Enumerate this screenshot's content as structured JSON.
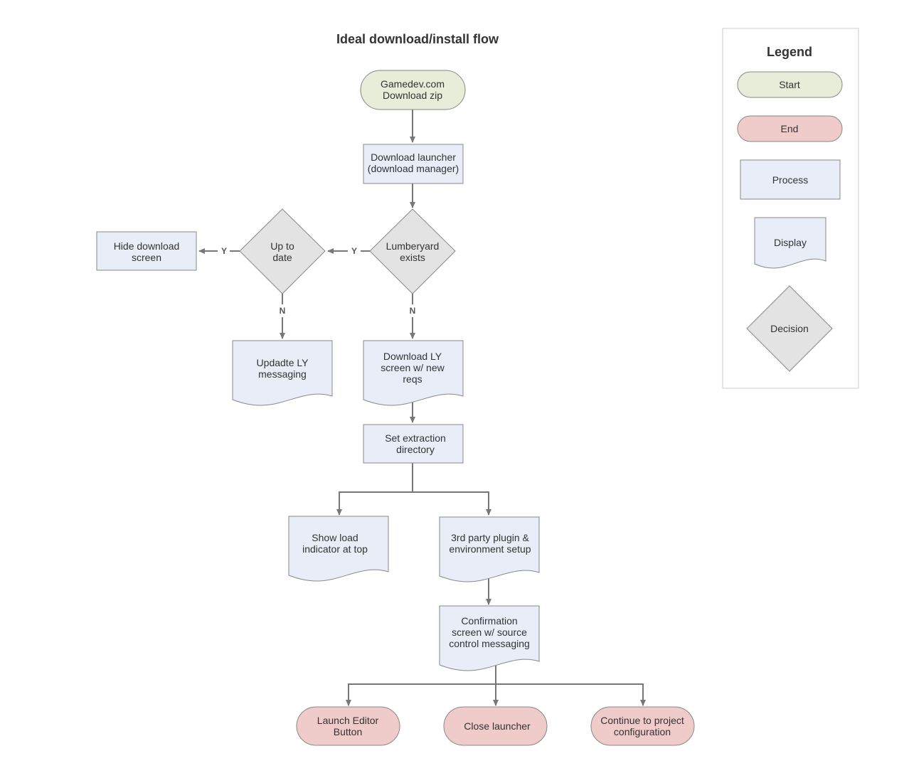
{
  "title": "Ideal download/install flow",
  "colors": {
    "start_fill": "#e7edd9",
    "end_fill": "#efcbca",
    "process_fill": "#e8edf8",
    "decision_fill": "#e3e3e3",
    "border": "#888888",
    "edge": "#777777"
  },
  "nodes": {
    "gamedev_zip": {
      "lines": [
        "Gamedev.com",
        "Download zip"
      ],
      "shape": "start"
    },
    "download_launcher": {
      "lines": [
        "Download launcher",
        "(download manager)"
      ],
      "shape": "process"
    },
    "lumberyard_exists": {
      "lines": [
        "Lumberyard",
        "exists"
      ],
      "shape": "decision"
    },
    "up_to_date": {
      "lines": [
        "Up to",
        "date"
      ],
      "shape": "decision"
    },
    "hide_download_screen": {
      "lines": [
        "Hide download",
        "screen"
      ],
      "shape": "process"
    },
    "update_ly_messaging": {
      "lines": [
        "Updadte LY",
        "messaging"
      ],
      "shape": "display"
    },
    "download_ly_screen": {
      "lines": [
        "Download LY",
        "screen w/ new",
        "reqs"
      ],
      "shape": "display"
    },
    "set_extraction_directory": {
      "lines": [
        "Set extraction",
        "directory"
      ],
      "shape": "process"
    },
    "show_load_indicator": {
      "lines": [
        "Show load",
        "indicator at top"
      ],
      "shape": "display"
    },
    "third_party_setup": {
      "lines": [
        "3rd party plugin &",
        "environment setup"
      ],
      "shape": "display"
    },
    "confirmation_screen": {
      "lines": [
        "Confirmation",
        "screen w/ source",
        "control messaging"
      ],
      "shape": "display"
    },
    "launch_editor": {
      "lines": [
        "Launch Editor",
        "Button"
      ],
      "shape": "end"
    },
    "close_launcher": {
      "lines": [
        "Close launcher"
      ],
      "shape": "end"
    },
    "continue_config": {
      "lines": [
        "Continue to project",
        "configuration"
      ],
      "shape": "end"
    }
  },
  "edge_labels": {
    "lumberyard_yes": "Y",
    "lumberyard_no": "N",
    "uptodate_yes": "Y",
    "uptodate_no": "N"
  },
  "legend": {
    "title": "Legend",
    "start": "Start",
    "end": "End",
    "process": "Process",
    "display": "Display",
    "decision": "Decision"
  }
}
